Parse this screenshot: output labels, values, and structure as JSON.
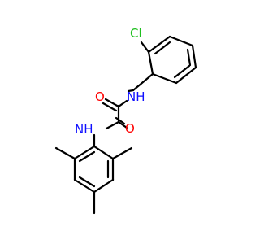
{
  "molecule": {
    "atoms": {
      "chlorine": {
        "text": "Cl",
        "color": "#1fbf1f"
      },
      "oxygen_left": {
        "text": "O",
        "color": "#ff0000"
      },
      "oxygen_right": {
        "text": "O",
        "color": "#ff0000"
      },
      "nitrogen_top": {
        "text": "NH",
        "color": "#1010ff"
      },
      "nitrogen_left": {
        "text": "NH",
        "color": "#1010ff"
      }
    },
    "bond_color": "#000000"
  }
}
